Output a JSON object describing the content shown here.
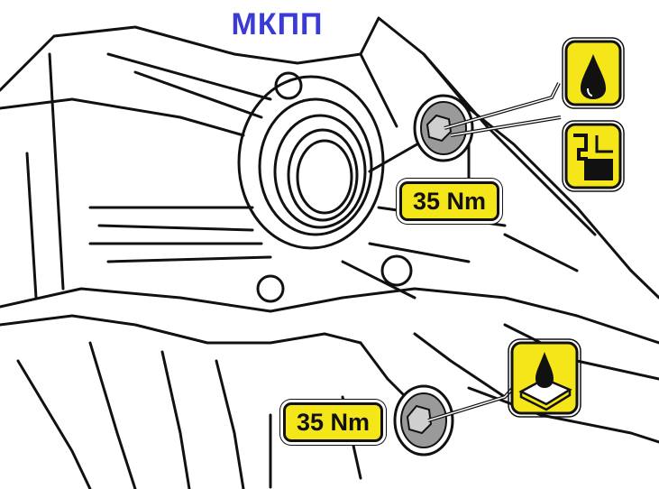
{
  "title": "МКПП",
  "colors": {
    "title": "#3a3ad6",
    "label_fill": "#f5e61a",
    "outline": "#111111"
  },
  "labels": {
    "torque_top": "35 Nm",
    "torque_bottom": "35 Nm"
  },
  "icons": {
    "oil_drop": "oil-drop-icon",
    "oil_level": "oil-level-icon",
    "sealant": "sealant-icon"
  }
}
